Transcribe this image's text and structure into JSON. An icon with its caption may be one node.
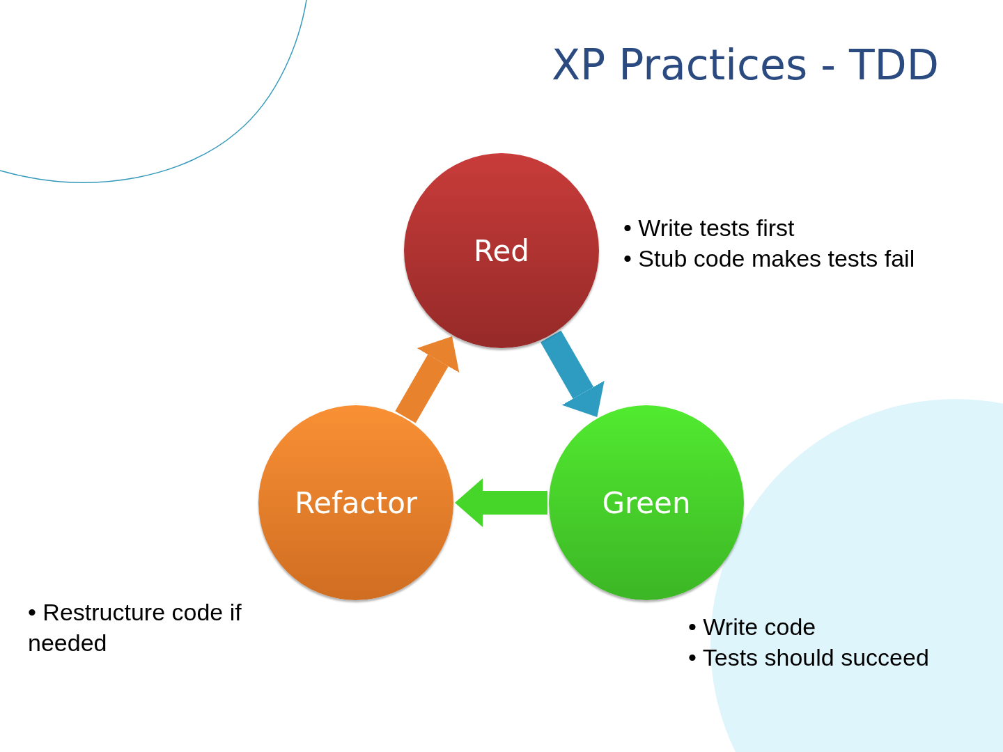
{
  "diagram": {
    "title": "XP Practices - TDD",
    "nodes": [
      {
        "text": [
          "Red"
        ],
        "beside": [
          "• Write tests first",
          "• Stub code makes tests fail"
        ]
      },
      {
        "text": [
          "Refactor"
        ],
        "beside": [
          "• Restructure code if needed"
        ]
      },
      {
        "text": [
          "Green"
        ],
        "beside": [
          "• Write code",
          "• Tests should succeed"
        ]
      }
    ],
    "edges": [
      {
        "from": 0,
        "to": 2,
        "arrow": "to",
        "color": "#2e9cc0"
      },
      {
        "from": 2,
        "to": 1,
        "arrow": "to",
        "color": "#46d62a"
      },
      {
        "from": 1,
        "to": 0,
        "arrow": "to",
        "color": "#e8822c"
      }
    ]
  }
}
